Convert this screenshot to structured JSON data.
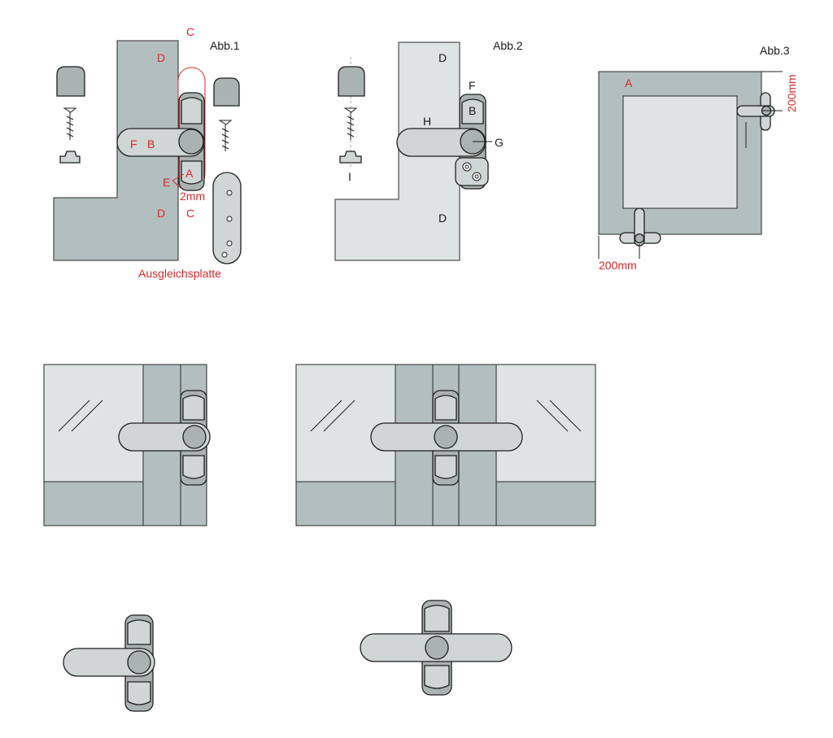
{
  "figures": {
    "abb1": "Abb.1",
    "abb2": "Abb.2",
    "abb3": "Abb.3"
  },
  "abb1_labels": {
    "c_top": "C",
    "d_top": "D",
    "f": "F",
    "b": "B",
    "e": "E",
    "a": "A",
    "gap": "2mm",
    "d_bottom": "D",
    "c_bottom": "C",
    "plate": "Ausgleichsplatte"
  },
  "abb2_labels": {
    "d_top": "D",
    "f": "F",
    "b": "B",
    "h": "H",
    "g": "G",
    "i": "I",
    "d_bottom": "D"
  },
  "abb3_labels": {
    "a": "A",
    "dim_right": "200mm",
    "dim_bottom": "200mm"
  },
  "colors": {
    "wall": "#b3bfbe",
    "light": "#dde4e3",
    "part": "#cfd6d5",
    "stroke": "#2a2a2a",
    "accent": "#d8282b"
  }
}
